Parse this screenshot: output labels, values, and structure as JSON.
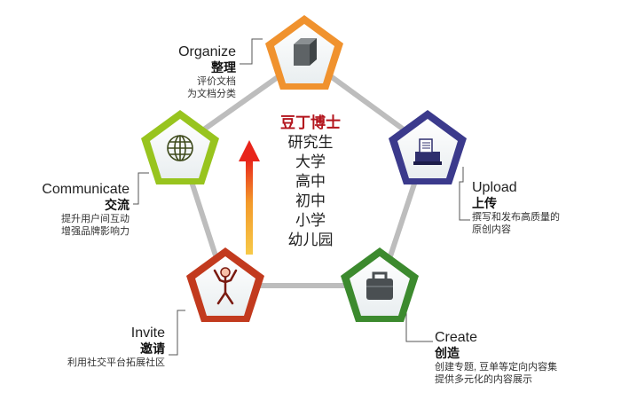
{
  "center": {
    "title": "豆丁博士",
    "levels": [
      "研究生",
      "大学",
      "高中",
      "初中",
      "小学",
      "幼儿园"
    ]
  },
  "nodes": {
    "organize": {
      "en": "Organize",
      "zh": "整理",
      "desc": [
        "评价文档",
        "为文档分类"
      ],
      "color": "#f0922e",
      "icon": "cube-icon"
    },
    "upload": {
      "en": "Upload",
      "zh": "上传",
      "desc": [
        "撰写和发布高质量的",
        "原创内容"
      ],
      "color": "#3b3a8c",
      "icon": "scanner-icon"
    },
    "create": {
      "en": "Create",
      "zh": "创造",
      "desc": [
        "创建专题, 豆单等定向内容集",
        "提供多元化的内容展示"
      ],
      "color": "#3c8a2e",
      "icon": "briefcase-icon"
    },
    "invite": {
      "en": "Invite",
      "zh": "邀请",
      "desc": [
        "利用社交平台拓展社区"
      ],
      "color": "#c23a1e",
      "icon": "person-icon"
    },
    "communicate": {
      "en": "Communicate",
      "zh": "交流",
      "desc": [
        "提升用户间互动",
        "增强品牌影响力"
      ],
      "color": "#98c41e",
      "icon": "globe-icon"
    }
  },
  "colors": {
    "connector": "#bdbdbd",
    "arrow_top": "#e8251b",
    "arrow_bottom": "#f7c948"
  }
}
